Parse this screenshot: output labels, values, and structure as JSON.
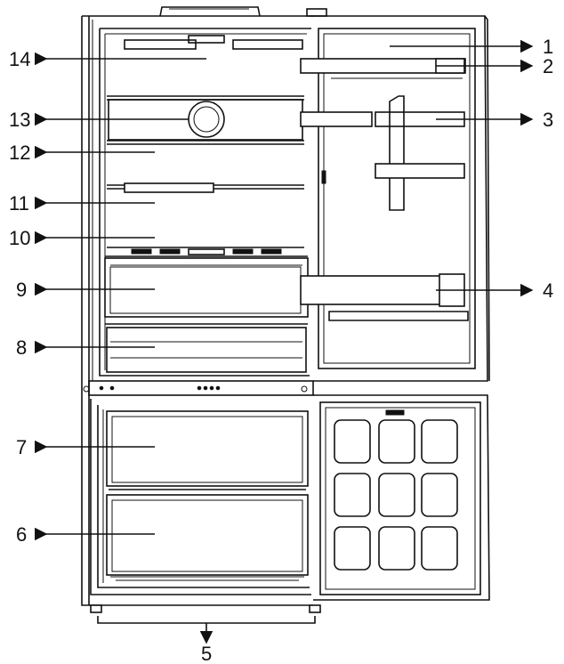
{
  "diagram": {
    "labels_left": [
      {
        "id": "14",
        "text": "14"
      },
      {
        "id": "13",
        "text": "13"
      },
      {
        "id": "12",
        "text": "12"
      },
      {
        "id": "11",
        "text": "11"
      },
      {
        "id": "10",
        "text": "10"
      },
      {
        "id": "9",
        "text": "9"
      },
      {
        "id": "8",
        "text": "8"
      },
      {
        "id": "7",
        "text": "7"
      },
      {
        "id": "6",
        "text": "6"
      }
    ],
    "labels_right": [
      {
        "id": "1",
        "text": "1"
      },
      {
        "id": "2",
        "text": "2"
      },
      {
        "id": "3",
        "text": "3"
      },
      {
        "id": "4",
        "text": "4"
      }
    ],
    "label_bottom": {
      "id": "5",
      "text": "5"
    },
    "colors": {
      "line": "#111111",
      "background": "#ffffff"
    }
  }
}
